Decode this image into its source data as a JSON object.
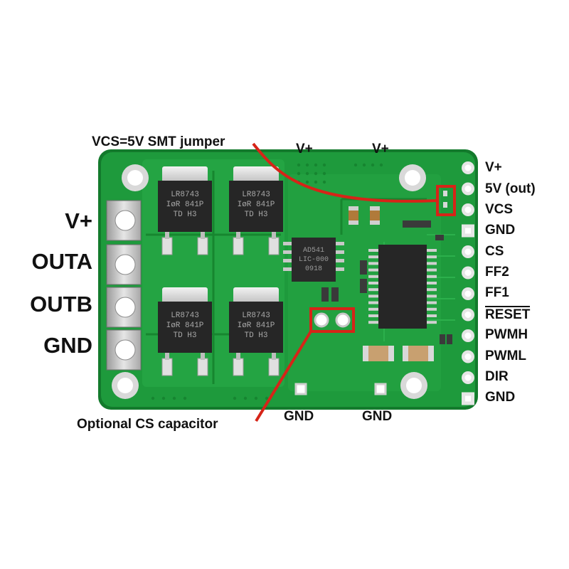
{
  "annotations": {
    "jumper_note": "VCS=5V SMT jumper",
    "capacitor_note": "Optional CS capacitor"
  },
  "left_terminals": [
    "V+",
    "OUTA",
    "OUTB",
    "GND"
  ],
  "top_labels": [
    "V+",
    "V+"
  ],
  "bottom_labels": [
    "GND",
    "GND"
  ],
  "right_pins": [
    "V+",
    "5V (out)",
    "VCS",
    "GND",
    "CS",
    "FF2",
    "FF1",
    "RESET",
    "PWMH",
    "PWML",
    "DIR",
    "GND"
  ],
  "mosfets": [
    {
      "line1": "LR8743",
      "line2": "IøR 841P",
      "line3": "TD    H3"
    },
    {
      "line1": "LR8743",
      "line2": "IøR 841P",
      "line3": "TD    H3"
    },
    {
      "line1": "LR8743",
      "line2": "IøR 841P",
      "line3": "TD    H3"
    },
    {
      "line1": "LR8743",
      "line2": "IøR 841P",
      "line3": "TD    H3"
    }
  ],
  "small_ic": {
    "line1": "AD541",
    "line2": "LIC-000",
    "line3": "0918"
  },
  "colors": {
    "board": "#1e9a3c",
    "board_edge": "#137a2c",
    "trace": "#2aaa48",
    "callout": "#d62418",
    "text": "#111111"
  }
}
